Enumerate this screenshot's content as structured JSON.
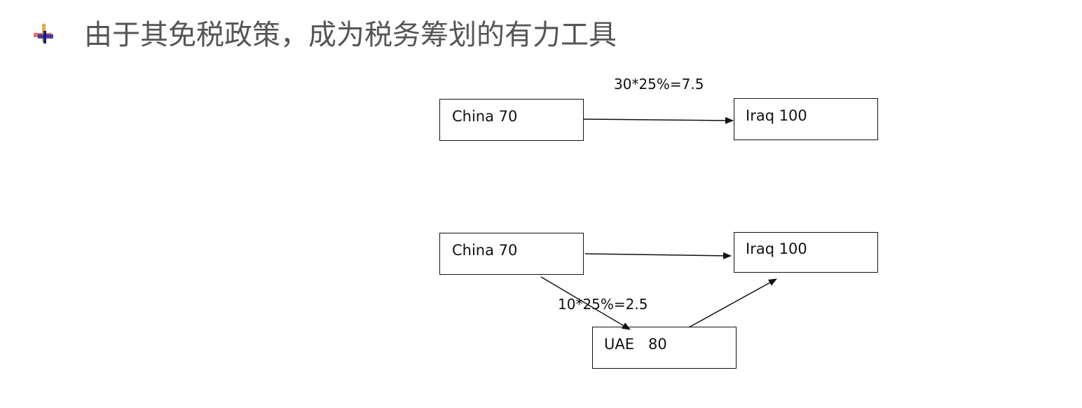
{
  "heading": {
    "bullet_icon": "bullet-cross-icon",
    "text": "由于其免税政策，成为税务筹划的有力工具",
    "color": "#555555"
  },
  "diagram_top": {
    "source_box": {
      "label": "China 70"
    },
    "target_box": {
      "label": "Iraq 100"
    },
    "edge_label": "30*25%=7.5"
  },
  "diagram_bottom": {
    "source_box": {
      "label": "China 70"
    },
    "target_box": {
      "label": "Iraq 100"
    },
    "intermediate_box": {
      "label": "UAE   80"
    },
    "edge_label": "10*25%=2.5"
  }
}
